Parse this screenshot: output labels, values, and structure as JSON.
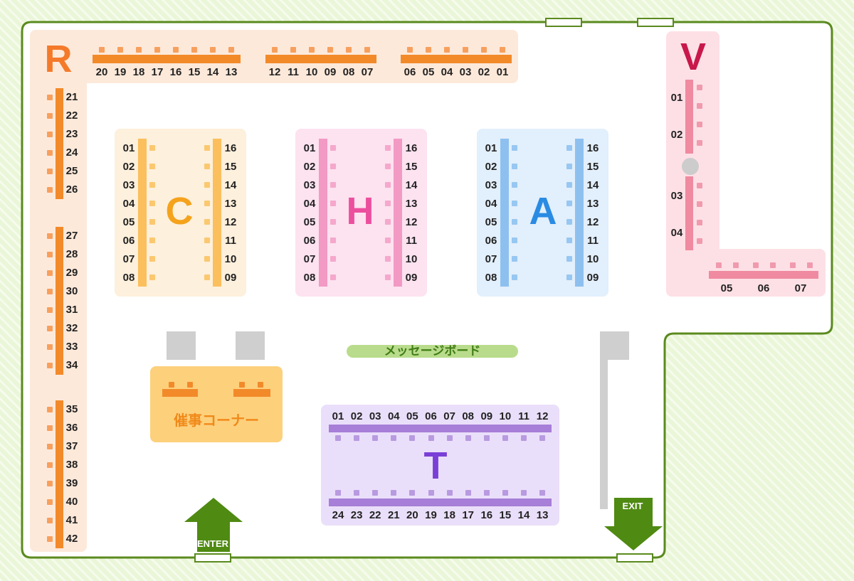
{
  "zones": {
    "R": {
      "letter": "R",
      "color": "#f47a2a",
      "numbers": [
        "20",
        "19",
        "18",
        "17",
        "16",
        "15",
        "14",
        "13",
        "12",
        "11",
        "10",
        "09",
        "08",
        "07",
        "06",
        "05",
        "04",
        "03",
        "02",
        "01",
        "21",
        "22",
        "23",
        "24",
        "25",
        "26",
        "27",
        "28",
        "29",
        "30",
        "31",
        "32",
        "33",
        "34",
        "35",
        "36",
        "37",
        "38",
        "39",
        "40",
        "41",
        "42"
      ]
    },
    "C": {
      "letter": "C",
      "color": "#f5a21c",
      "left": [
        "01",
        "02",
        "03",
        "04",
        "05",
        "06",
        "07",
        "08"
      ],
      "right": [
        "16",
        "15",
        "14",
        "13",
        "12",
        "11",
        "10",
        "09"
      ]
    },
    "H": {
      "letter": "H",
      "color": "#ec4f9d",
      "left": [
        "01",
        "02",
        "03",
        "04",
        "05",
        "06",
        "07",
        "08"
      ],
      "right": [
        "16",
        "15",
        "14",
        "13",
        "12",
        "11",
        "10",
        "09"
      ]
    },
    "A": {
      "letter": "A",
      "color": "#2a8be3",
      "left": [
        "01",
        "02",
        "03",
        "04",
        "05",
        "06",
        "07",
        "08"
      ],
      "right": [
        "16",
        "15",
        "14",
        "13",
        "12",
        "11",
        "10",
        "09"
      ]
    },
    "V": {
      "letter": "V",
      "color": "#c8184b",
      "vertical": [
        "01",
        "02",
        "03",
        "04"
      ],
      "horizontal": [
        "05",
        "06",
        "07"
      ]
    },
    "T": {
      "letter": "T",
      "color": "#7a3fd6",
      "top": [
        "01",
        "02",
        "03",
        "04",
        "05",
        "06",
        "07",
        "08",
        "09",
        "10",
        "11",
        "12"
      ],
      "bottom": [
        "24",
        "23",
        "22",
        "21",
        "20",
        "19",
        "18",
        "17",
        "16",
        "15",
        "14",
        "13"
      ]
    }
  },
  "message_board": "メッセージボード",
  "event_corner": "催事コーナー",
  "enter_label": "ENTER",
  "exit_label": "EXIT",
  "colors": {
    "wall": "#5a8a1e",
    "arrow": "#4f8a12"
  }
}
